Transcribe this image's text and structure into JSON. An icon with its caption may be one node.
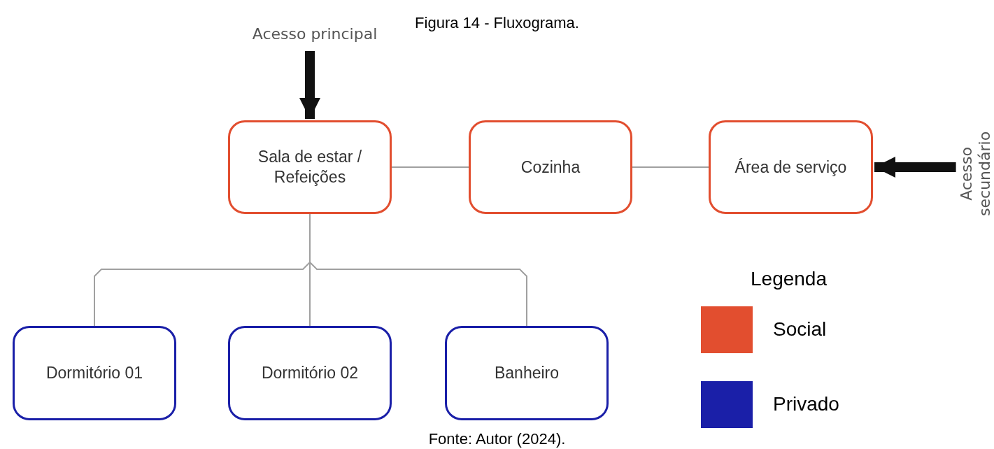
{
  "diagram": {
    "title": "Figura 14 - Fluxograma.",
    "caption": "Fonte: Autor (2024).",
    "nodes": [
      {
        "text": [
          "Acesso principal"
        ]
      },
      {
        "text": [
          "Sala de estar / Refeições"
        ]
      },
      {
        "text": [
          "Cozinha"
        ]
      },
      {
        "text": [
          "Área de serviço"
        ]
      },
      {
        "text": [
          "Acesso secundário"
        ]
      },
      {
        "text": [
          "Dormitório 01"
        ]
      },
      {
        "text": [
          "Dormitório 02"
        ]
      },
      {
        "text": [
          "Banheiro"
        ]
      }
    ],
    "edges": [
      {
        "from": 0,
        "to": 1,
        "arrow": "to",
        "style": "thick",
        "color": "#111111"
      },
      {
        "from": 1,
        "to": 2,
        "arrow": "none"
      },
      {
        "from": 2,
        "to": 3,
        "arrow": "none"
      },
      {
        "from": 4,
        "to": 3,
        "arrow": "to",
        "style": "thick",
        "color": "#111111"
      },
      {
        "from": 1,
        "to": 5,
        "arrow": "none"
      },
      {
        "from": 1,
        "to": 6,
        "arrow": "none"
      },
      {
        "from": 1,
        "to": 7,
        "arrow": "none"
      }
    ],
    "labels": [
      "Legenda"
    ],
    "legend": [
      {
        "text": "Social",
        "color": "#e24e2f"
      },
      {
        "text": "Privado",
        "color": "#1a1fa8"
      }
    ]
  }
}
